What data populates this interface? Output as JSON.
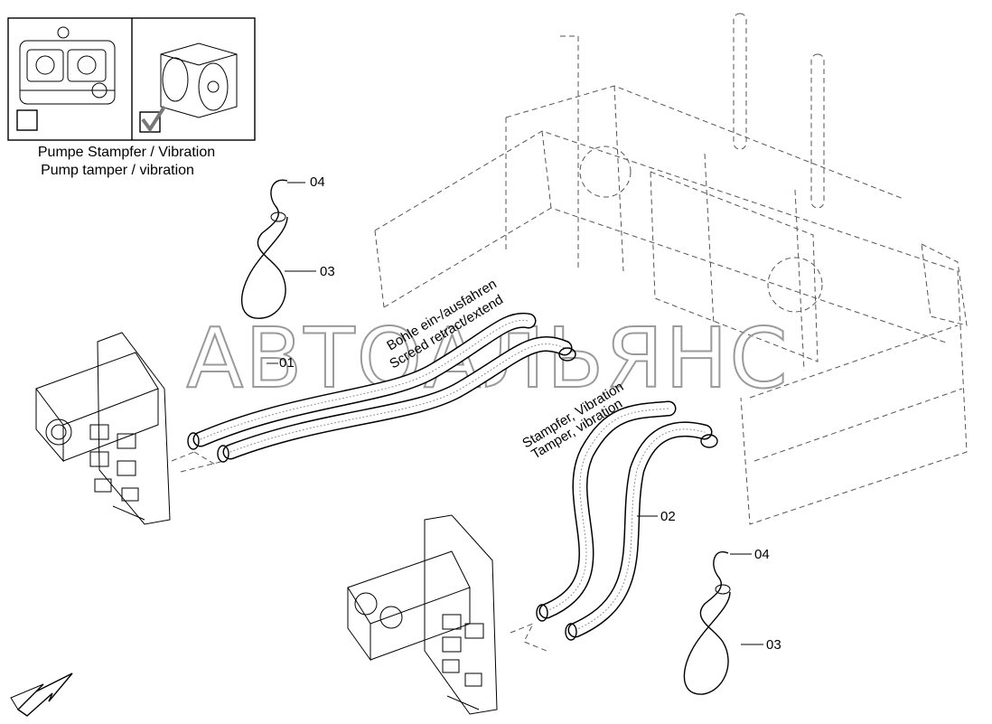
{
  "legend": {
    "caption_de": "Pumpe Stampfer / Vibration",
    "caption_en": "Pump tamper / vibration",
    "option_1_checked": false,
    "option_2_checked": true
  },
  "annotations": {
    "screed_de": "Bohle ein-/ausfahren",
    "screed_en": "Screed retract/extend",
    "tamper_de": "Stampfer, Vibration",
    "tamper_en": "Tamper, vibration"
  },
  "callouts": {
    "c01": "01",
    "c02": "02",
    "c03_top": "03",
    "c04_top": "04",
    "c03_bottom": "03",
    "c04_bottom": "04"
  },
  "watermark": "АВТОАЛЬЯНС"
}
